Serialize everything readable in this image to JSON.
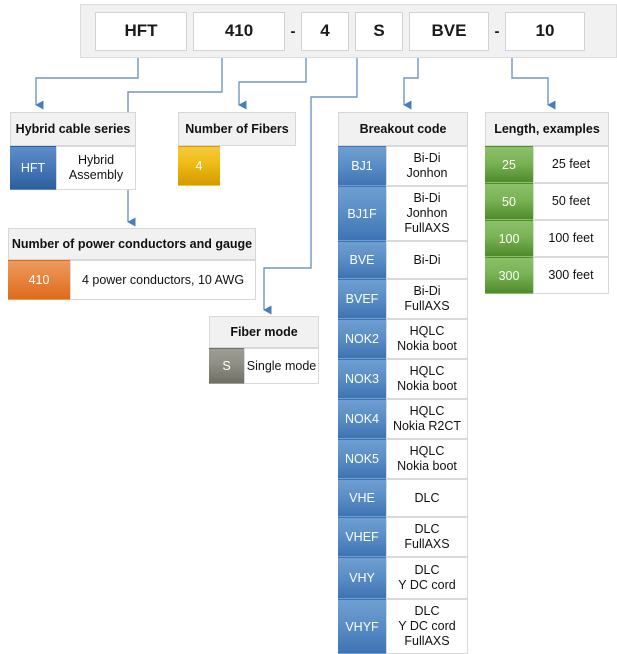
{
  "part_number": {
    "segments": [
      {
        "type": "box",
        "value": "HFT",
        "width": 92
      },
      {
        "type": "box",
        "value": "410",
        "width": 92
      },
      {
        "type": "dash",
        "value": "-"
      },
      {
        "type": "box",
        "value": "4",
        "width": 48
      },
      {
        "type": "box",
        "value": "S",
        "width": 48
      },
      {
        "type": "box",
        "value": "BVE",
        "width": 80
      },
      {
        "type": "dash",
        "value": "-"
      },
      {
        "type": "box",
        "value": "10",
        "width": 80
      }
    ]
  },
  "panels": {
    "hybrid_cable_series": {
      "title": "Hybrid cable series",
      "color": "#3f74b4",
      "rows": [
        {
          "code": "HFT",
          "desc": "Hybrid\nAssembly"
        }
      ]
    },
    "number_of_fibers": {
      "title": "Number of Fibers",
      "color": "#d49b00",
      "rows": [
        {
          "code": "4",
          "desc": ""
        }
      ]
    },
    "power_conductors": {
      "title": "Number of power conductors and gauge",
      "color": "#dd6b1c",
      "rows": [
        {
          "code": "410",
          "desc": "4 power conductors, 10 AWG"
        }
      ]
    },
    "fiber_mode": {
      "title": "Fiber mode",
      "color": "#6f6f66",
      "rows": [
        {
          "code": "S",
          "desc": "Single mode"
        }
      ]
    },
    "breakout_code": {
      "title": "Breakout code",
      "color": "#4a7cbb",
      "rows": [
        {
          "code": "BJ1",
          "desc": "Bi-Di\nJonhon",
          "h": 40
        },
        {
          "code": "BJ1F",
          "desc": "Bi-Di\nJonhon\nFullAXS",
          "h": 55
        },
        {
          "code": "BVE",
          "desc": "Bi-Di",
          "h": 38
        },
        {
          "code": "BVEF",
          "desc": "Bi-Di\nFullAXS",
          "h": 40
        },
        {
          "code": "NOK2",
          "desc": "HQLC\nNokia boot",
          "h": 40
        },
        {
          "code": "NOK3",
          "desc": "HQLC\nNokia boot",
          "h": 40
        },
        {
          "code": "NOK4",
          "desc": "HQLC\nNokia R2CT",
          "h": 40
        },
        {
          "code": "NOK5",
          "desc": "HQLC\nNokia boot",
          "h": 40
        },
        {
          "code": "VHE",
          "desc": "DLC",
          "h": 38
        },
        {
          "code": "VHEF",
          "desc": "DLC\nFullAXS",
          "h": 40
        },
        {
          "code": "VHY",
          "desc": "DLC\nY DC cord",
          "h": 42
        },
        {
          "code": "VHYF",
          "desc": "DLC\nY DC cord\nFullAXS",
          "h": 55
        }
      ]
    },
    "length_examples": {
      "title": "Length, examples",
      "color": "#4f8a2b",
      "rows": [
        {
          "code": "25",
          "desc": "25 feet",
          "h": 37
        },
        {
          "code": "50",
          "desc": "50 feet",
          "h": 37
        },
        {
          "code": "100",
          "desc": "100 feet",
          "h": 37
        },
        {
          "code": "300",
          "desc": "300 feet",
          "h": 37
        }
      ]
    }
  },
  "connector_color": "#4a7ebb"
}
